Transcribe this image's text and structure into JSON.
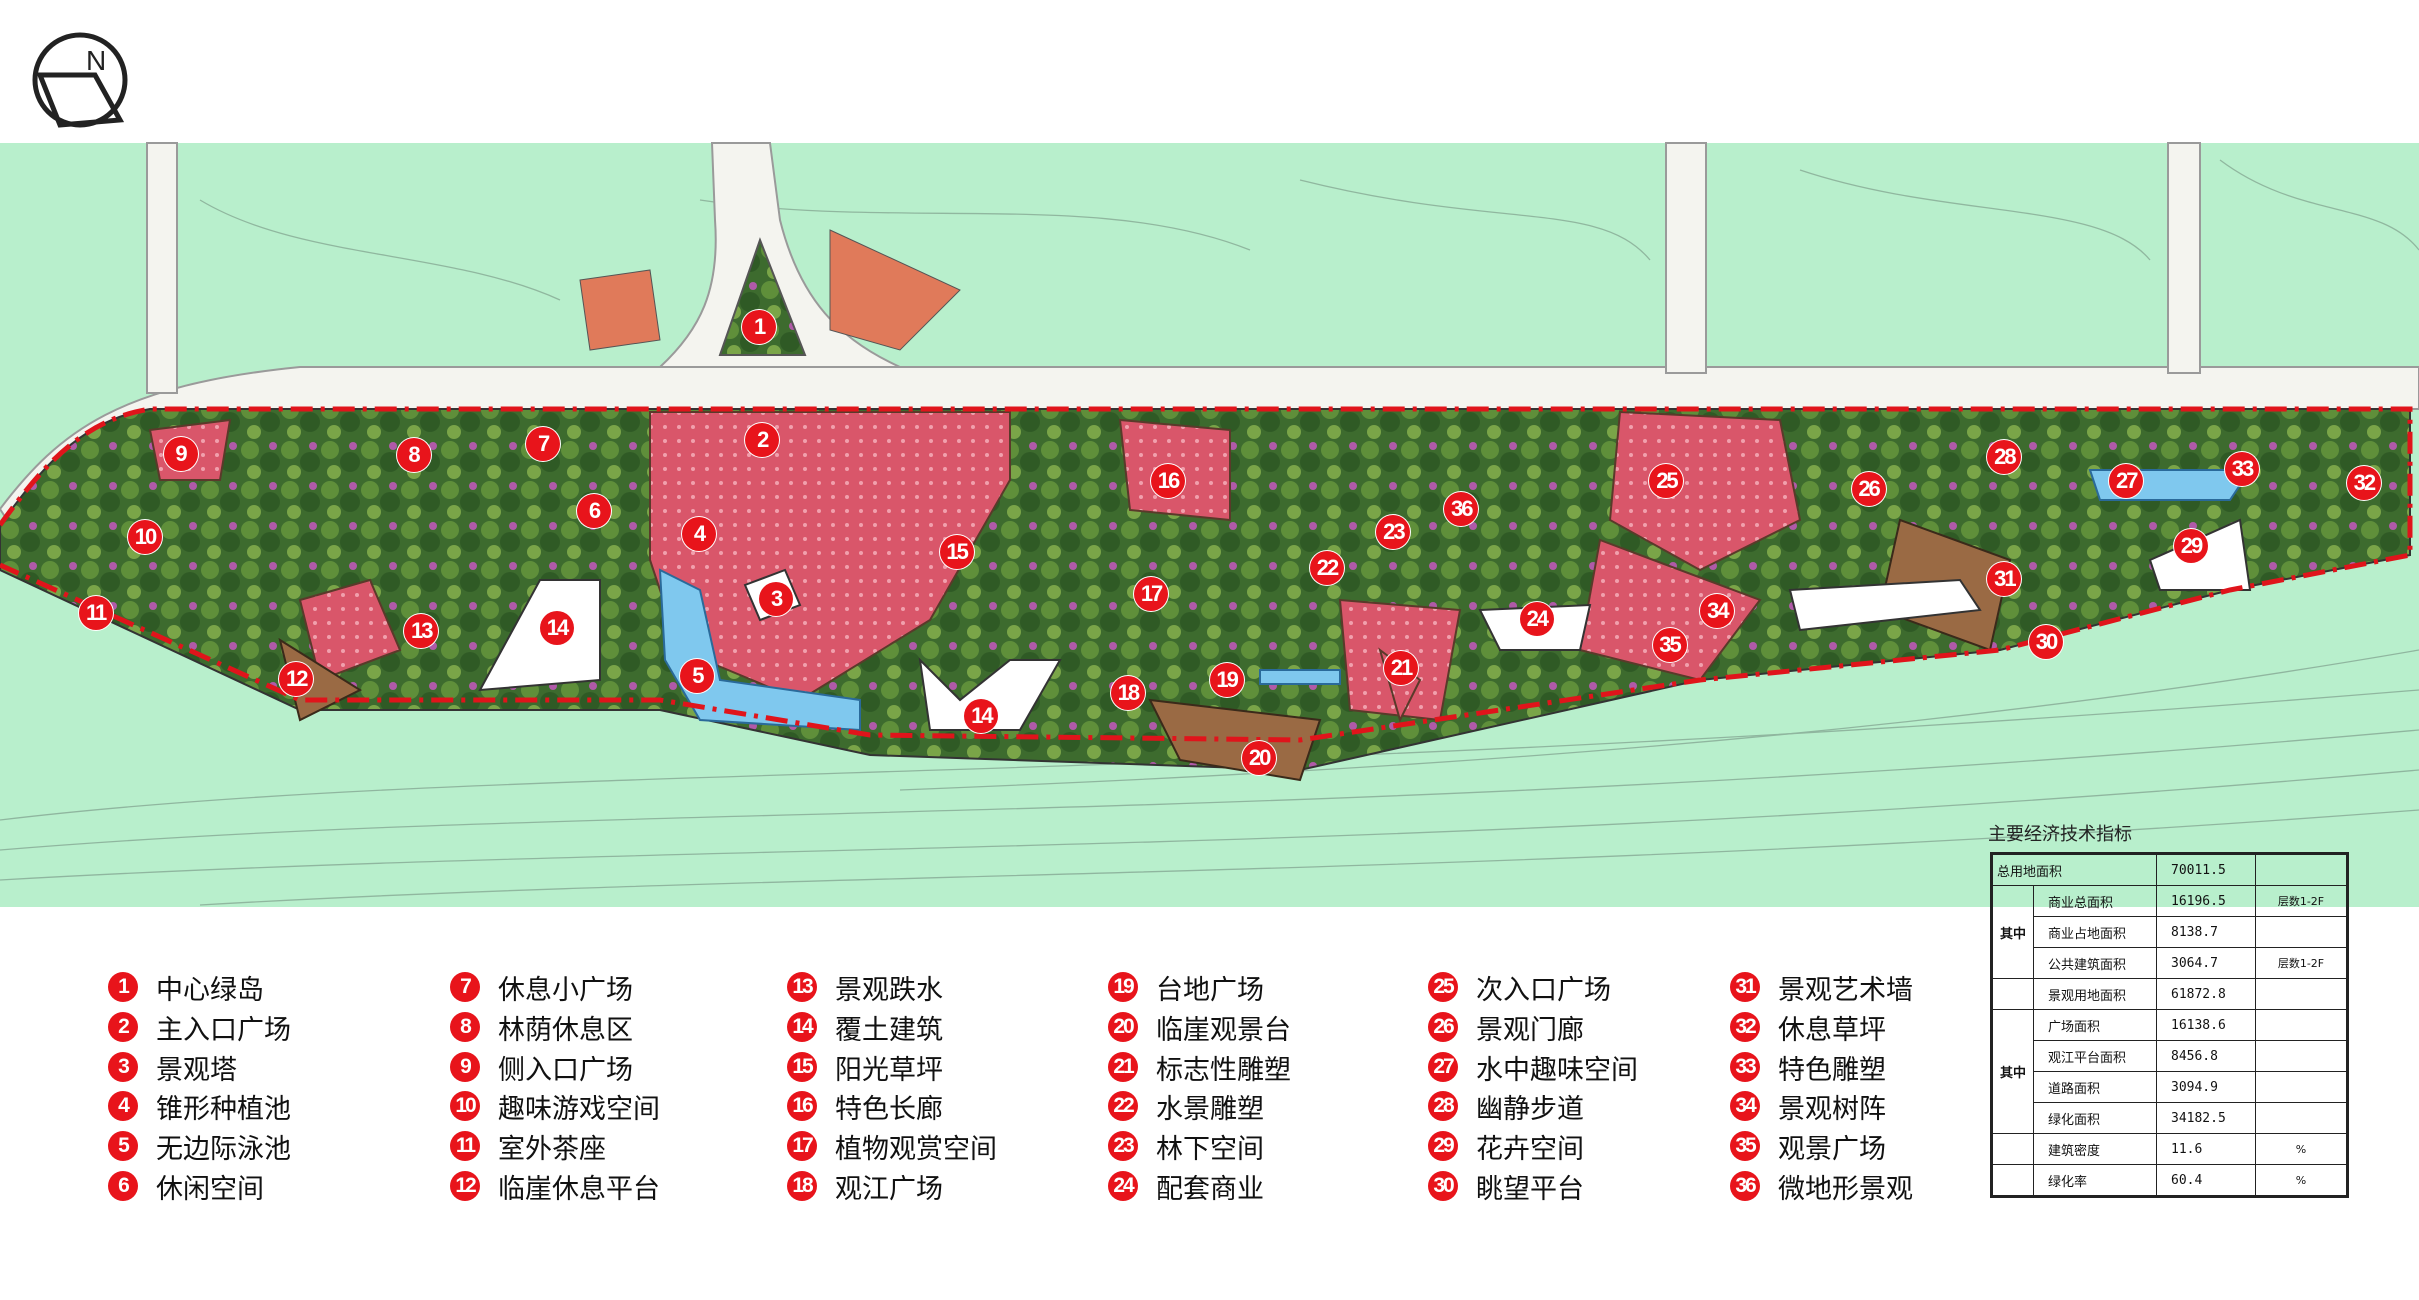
{
  "map": {
    "north_label": "N",
    "markers": [
      "1",
      "2",
      "3",
      "4",
      "5",
      "6",
      "7",
      "8",
      "9",
      "10",
      "11",
      "12",
      "13",
      "14",
      "14",
      "15",
      "16",
      "17",
      "18",
      "19",
      "20",
      "21",
      "22",
      "23",
      "24",
      "25",
      "26",
      "27",
      "28",
      "29",
      "30",
      "31",
      "32",
      "33",
      "34",
      "35",
      "36"
    ],
    "colors": {
      "ground": "#b8efcc",
      "road": "#f4f4ef",
      "site": "#3d6b2e",
      "plaza": "#d9566a",
      "water": "#7fc8ee",
      "deck": "#8a5a3a",
      "boundary": "#e0141b",
      "marker": "#e8141b"
    }
  },
  "legend": [
    {
      "num": "1",
      "label": "中心绿岛"
    },
    {
      "num": "2",
      "label": "主入口广场"
    },
    {
      "num": "3",
      "label": "景观塔"
    },
    {
      "num": "4",
      "label": "锥形种植池"
    },
    {
      "num": "5",
      "label": "无边际泳池"
    },
    {
      "num": "6",
      "label": "休闲空间"
    },
    {
      "num": "7",
      "label": "休息小广场"
    },
    {
      "num": "8",
      "label": "林荫休息区"
    },
    {
      "num": "9",
      "label": "侧入口广场"
    },
    {
      "num": "10",
      "label": "趣味游戏空间"
    },
    {
      "num": "11",
      "label": "室外茶座"
    },
    {
      "num": "12",
      "label": "临崖休息平台"
    },
    {
      "num": "13",
      "label": "景观跌水"
    },
    {
      "num": "14",
      "label": "覆土建筑"
    },
    {
      "num": "15",
      "label": "阳光草坪"
    },
    {
      "num": "16",
      "label": "特色长廊"
    },
    {
      "num": "17",
      "label": "植物观赏空间"
    },
    {
      "num": "18",
      "label": "观江广场"
    },
    {
      "num": "19",
      "label": "台地广场"
    },
    {
      "num": "20",
      "label": "临崖观景台"
    },
    {
      "num": "21",
      "label": "标志性雕塑"
    },
    {
      "num": "22",
      "label": "水景雕塑"
    },
    {
      "num": "23",
      "label": "林下空间"
    },
    {
      "num": "24",
      "label": "配套商业"
    },
    {
      "num": "25",
      "label": "次入口广场"
    },
    {
      "num": "26",
      "label": "景观门廊"
    },
    {
      "num": "27",
      "label": "水中趣味空间"
    },
    {
      "num": "28",
      "label": "幽静步道"
    },
    {
      "num": "29",
      "label": "花卉空间"
    },
    {
      "num": "30",
      "label": "眺望平台"
    },
    {
      "num": "31",
      "label": "景观艺术墙"
    },
    {
      "num": "32",
      "label": "休息草坪"
    },
    {
      "num": "33",
      "label": "特色雕塑"
    },
    {
      "num": "34",
      "label": "景观树阵"
    },
    {
      "num": "35",
      "label": "观景广场"
    },
    {
      "num": "36",
      "label": "微地形景观"
    }
  ],
  "table": {
    "title": "主要经济技术指标",
    "group_label": "其中",
    "rows": [
      {
        "label": "总用地面积",
        "value": "70011.5",
        "note": ""
      },
      {
        "label": "商业总面积",
        "value": "16196.5",
        "note": "层数1-2F"
      },
      {
        "label": "商业占地面积",
        "value": "8138.7",
        "note": ""
      },
      {
        "label": "公共建筑面积",
        "value": "3064.7",
        "note": "层数1-2F"
      },
      {
        "label": "景观用地面积",
        "value": "61872.8",
        "note": ""
      },
      {
        "label": "广场面积",
        "value": "16138.6",
        "note": ""
      },
      {
        "label": "观江平台面积",
        "value": "8456.8",
        "note": ""
      },
      {
        "label": "道路面积",
        "value": "3094.9",
        "note": ""
      },
      {
        "label": "绿化面积",
        "value": "34182.5",
        "note": ""
      },
      {
        "label": "建筑密度",
        "value": "11.6",
        "note": "%"
      },
      {
        "label": "绿化率",
        "value": "60.4",
        "note": "%"
      }
    ]
  }
}
